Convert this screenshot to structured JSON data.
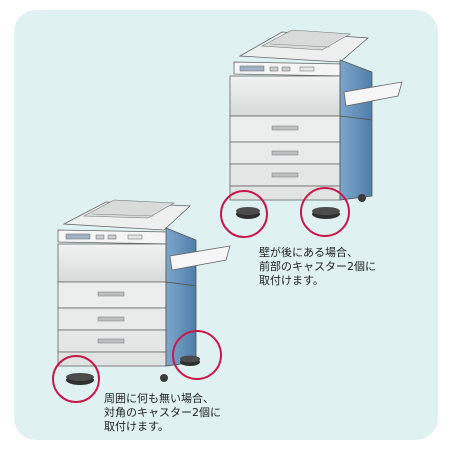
{
  "colors": {
    "background": "#dff2f1",
    "highlight_ring": "#c8184a",
    "body_light": "#e9ecea",
    "body_shade": "#c9cfce",
    "side_panel": "#5d8fb9",
    "caster": "#3a3a3a"
  },
  "captions": {
    "wall_behind": {
      "lines": [
        "壁が後にある場合、",
        "前部のキャスター2個に",
        "取付けます。"
      ]
    },
    "nothing_around": {
      "lines": [
        "周囲に何も無い場合、",
        "対角のキャスター2個に",
        "取付けます。"
      ]
    }
  }
}
